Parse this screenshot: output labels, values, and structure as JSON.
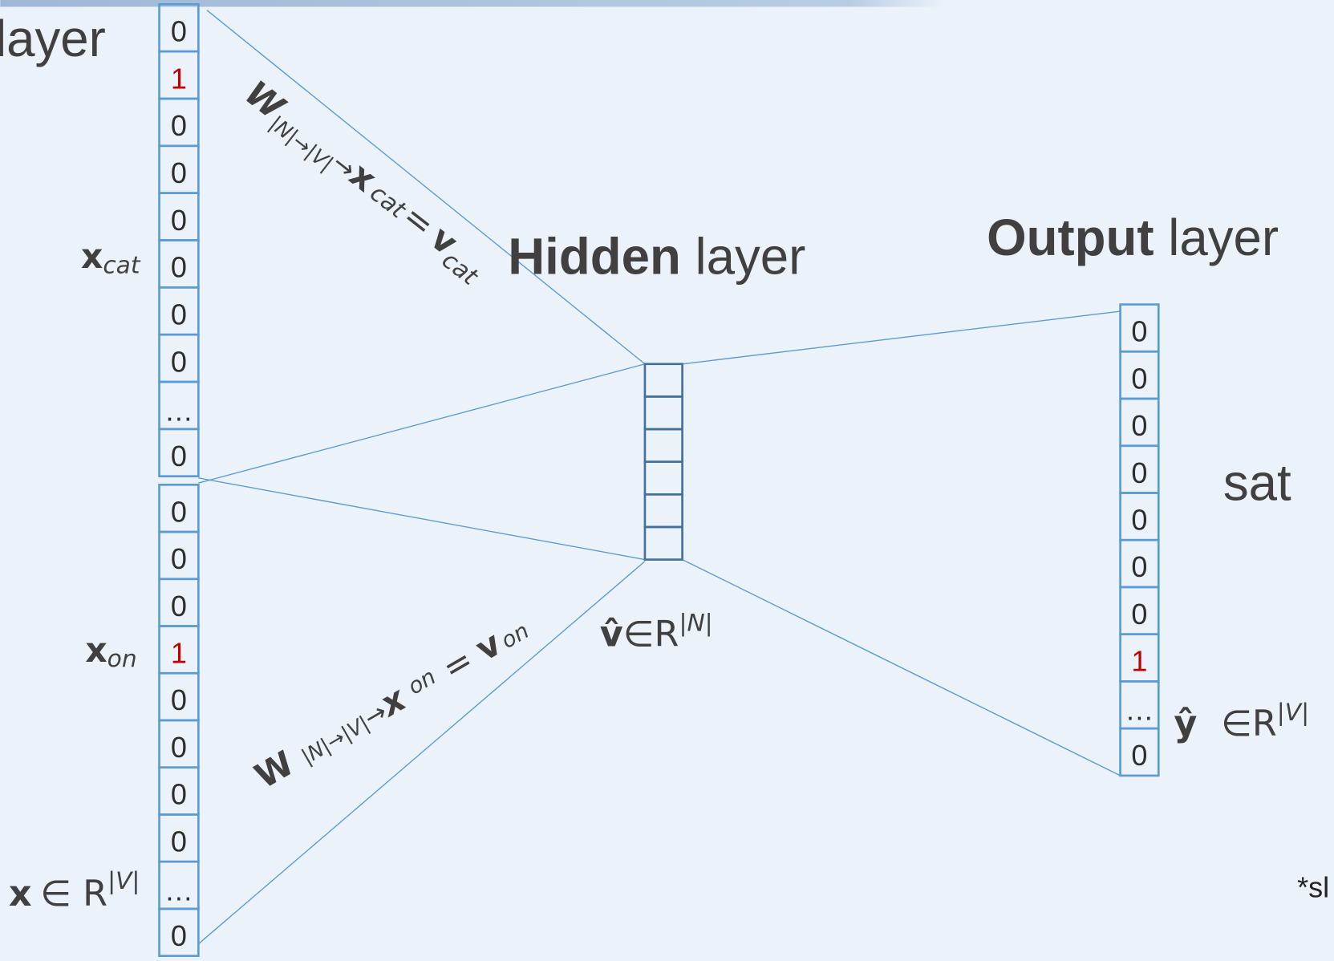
{
  "titles": {
    "input_partial": "layer",
    "hidden_bold": "Hidden",
    "hidden_rest": " layer",
    "output_bold": "Output",
    "output_rest": " layer"
  },
  "output_word": "sat",
  "footnote": "*sl",
  "labels": {
    "x_cat": {
      "base": "x",
      "sub": "cat"
    },
    "x_on": {
      "base": "x",
      "sub": "on"
    },
    "x_space": {
      "base": "x",
      "in": "∈ R",
      "sup": "|V|"
    },
    "v_hat_space": {
      "base": "v̂",
      "in": "∈R",
      "sup": "|N|"
    },
    "y_hat_space": {
      "base": "ŷ",
      "in": "∈R",
      "sup": "|V|"
    },
    "w_cat_eq": {
      "w": "W",
      "sub": "|N|→|V|",
      "arrow": "→",
      "x": "x",
      "xsub": "cat",
      "eq": "=",
      "v": "v",
      "vsub": "cat"
    },
    "w_on_eq": {
      "w": "W",
      "sub": "|N|→|V|",
      "arrow": "→",
      "x": "x",
      "xsub": "on",
      "eq": "=",
      "v": "v",
      "vsub": "on"
    }
  },
  "vectors": {
    "x_cat": [
      "0",
      "1",
      "0",
      "0",
      "0",
      "0",
      "0",
      "0",
      "…",
      "0"
    ],
    "x_on": [
      "0",
      "0",
      "0",
      "1",
      "0",
      "0",
      "0",
      "0",
      "…",
      "0"
    ],
    "hidden_cells": 6,
    "y_hat": [
      "0",
      "0",
      "0",
      "0",
      "0",
      "0",
      "0",
      "1",
      "…",
      "0"
    ]
  },
  "colors": {
    "background": "#ebf2fa",
    "cell_border": "#5b9bd5",
    "hot": "#c00000",
    "text": "#404040"
  }
}
